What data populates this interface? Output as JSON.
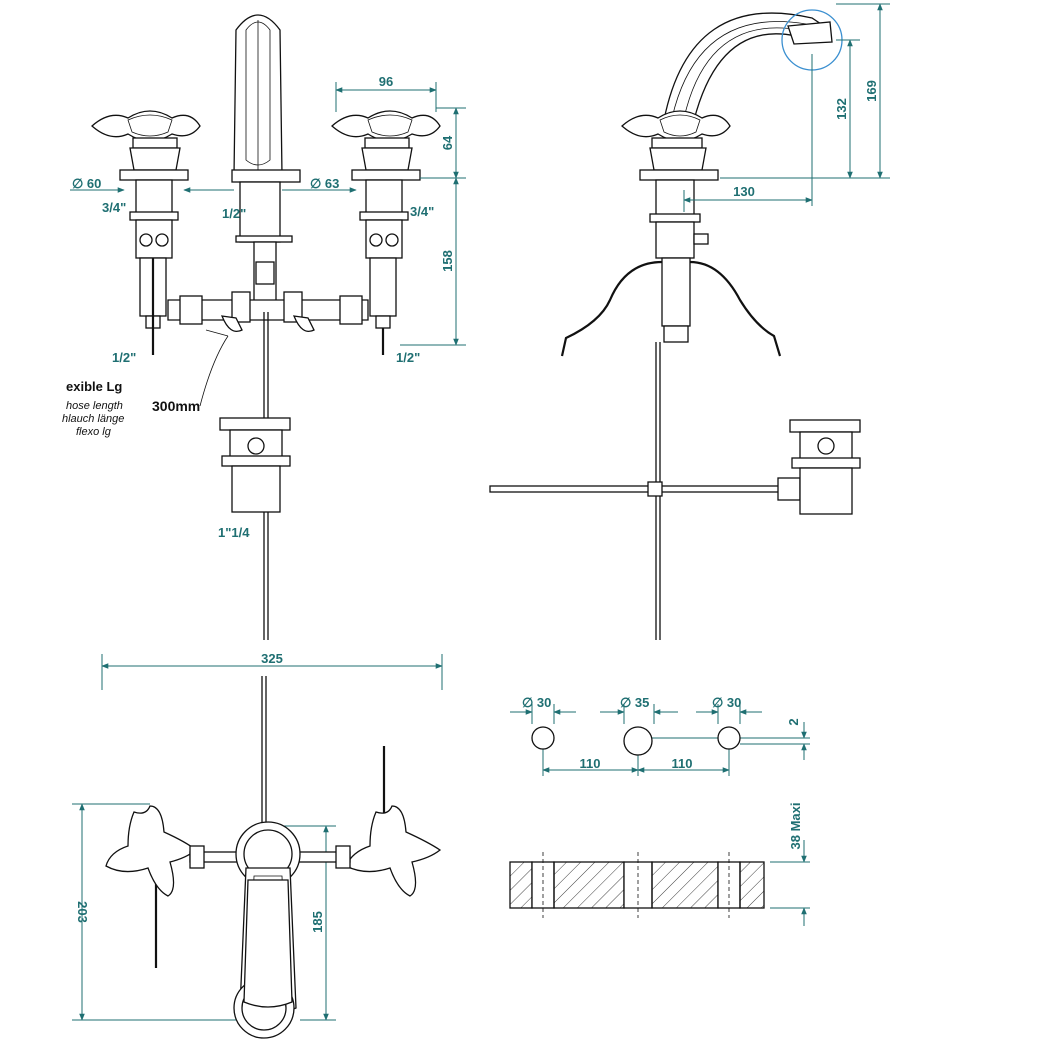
{
  "front_view": {
    "dim_96": "96",
    "dim_64": "64",
    "dim_158": "158",
    "dia_60": "∅ 60",
    "dia_63": "∅ 63",
    "thread_left_top": "3/4\"",
    "thread_center": "1/2\"",
    "thread_right_top": "3/4\"",
    "thread_left_bottom": "1/2\"",
    "thread_right_bottom": "1/2\"",
    "hose_label": "exible Lg",
    "hose_en": "hose length",
    "hose_de": "hlauch länge",
    "hose_fr": "flexo lg",
    "hose_length": "300mm",
    "waste_size": "1\"1/4"
  },
  "side_view": {
    "dim_169": "169",
    "dim_132": "132",
    "dim_130": "130"
  },
  "top_view": {
    "dim_325": "325",
    "dim_203": "203",
    "dim_185": "185"
  },
  "holes_view": {
    "dia_30_left": "∅ 30",
    "dia_35": "∅ 35",
    "dia_30_right": "∅ 30",
    "dim_2": "2",
    "dim_110_left": "110",
    "dim_110_right": "110",
    "dim_38_maxi": "38 Maxi"
  }
}
